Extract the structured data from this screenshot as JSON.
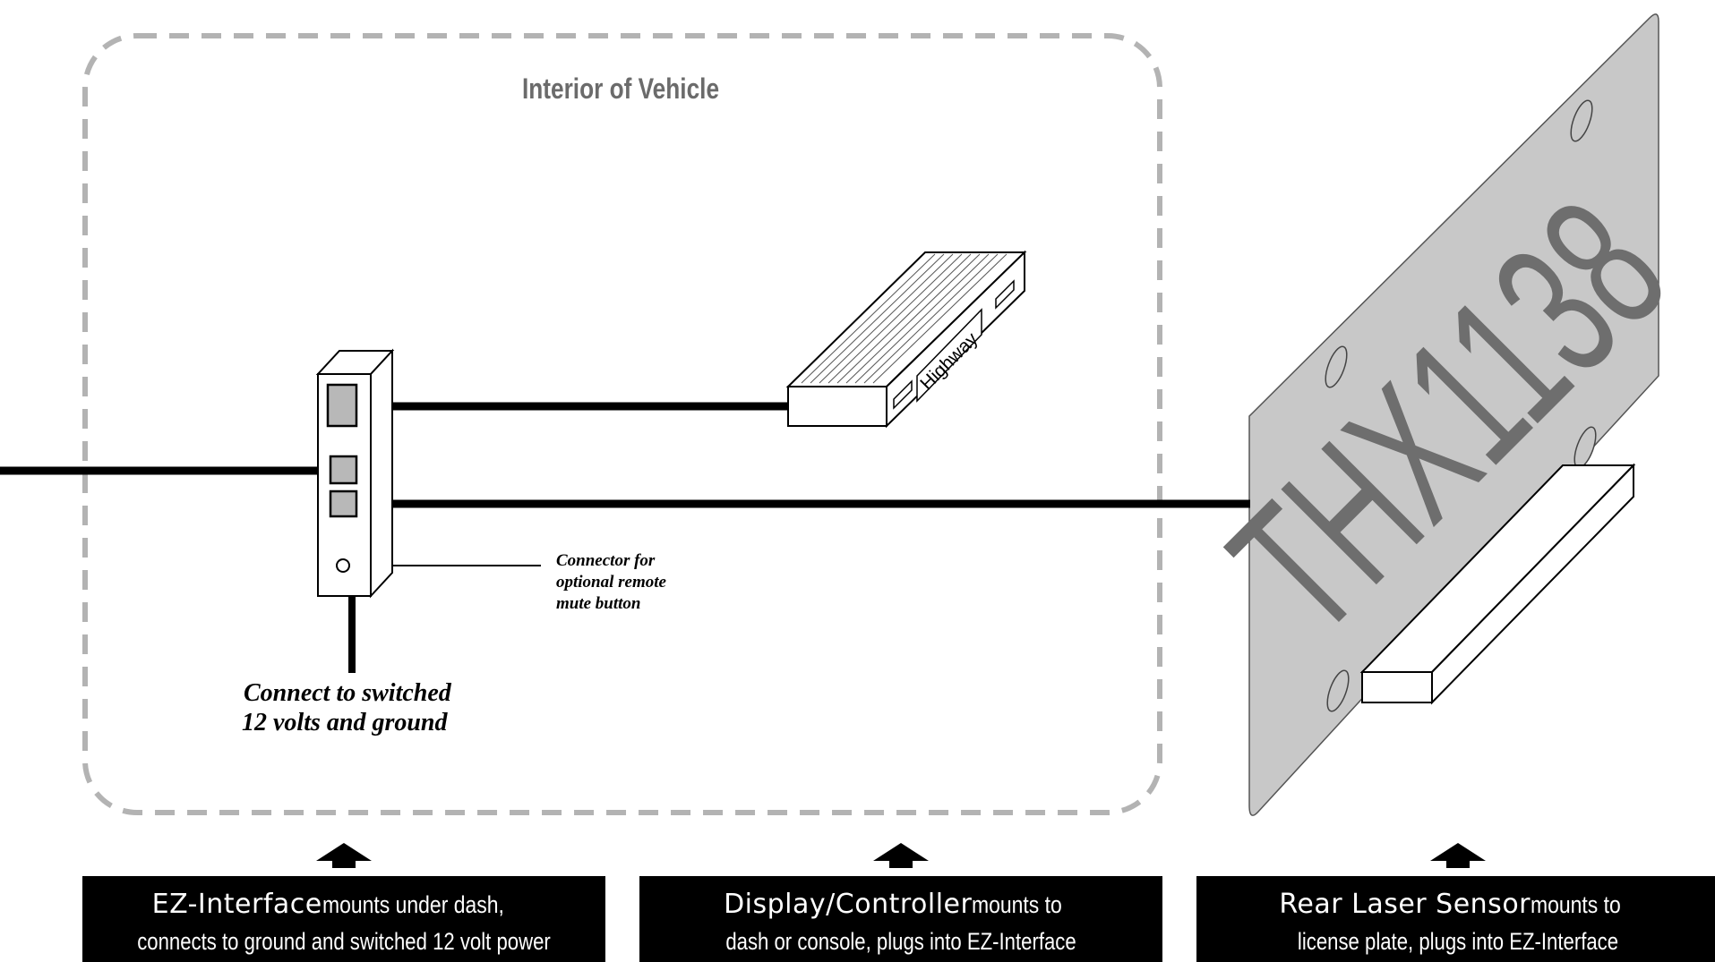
{
  "region_label": "Interior of Vehicle",
  "display_label": "Highway",
  "plate_text": "THX1138",
  "remote_note": [
    "Connector for",
    "optional remote",
    "mute button"
  ],
  "power_note": [
    "Connect to switched",
    "12 volts and ground"
  ],
  "captions": [
    {
      "product": "EZ-Interface",
      "line1_rest": " mounts under dash,",
      "line2": "connects to ground and switched 12 volt power"
    },
    {
      "product": "Display/Controller",
      "line1_rest": " mounts to",
      "line2": "dash or console, plugs into EZ-Interface"
    },
    {
      "product": "Rear Laser Sensor",
      "line1_rest": " mounts to",
      "line2": "license plate, plugs into EZ-Interface"
    }
  ],
  "colors": {
    "plate": "#c8c8c8",
    "plate_text": "#6e6e6e",
    "dash_border": "#b3b3b3",
    "port_fill": "#b8b8b8"
  }
}
